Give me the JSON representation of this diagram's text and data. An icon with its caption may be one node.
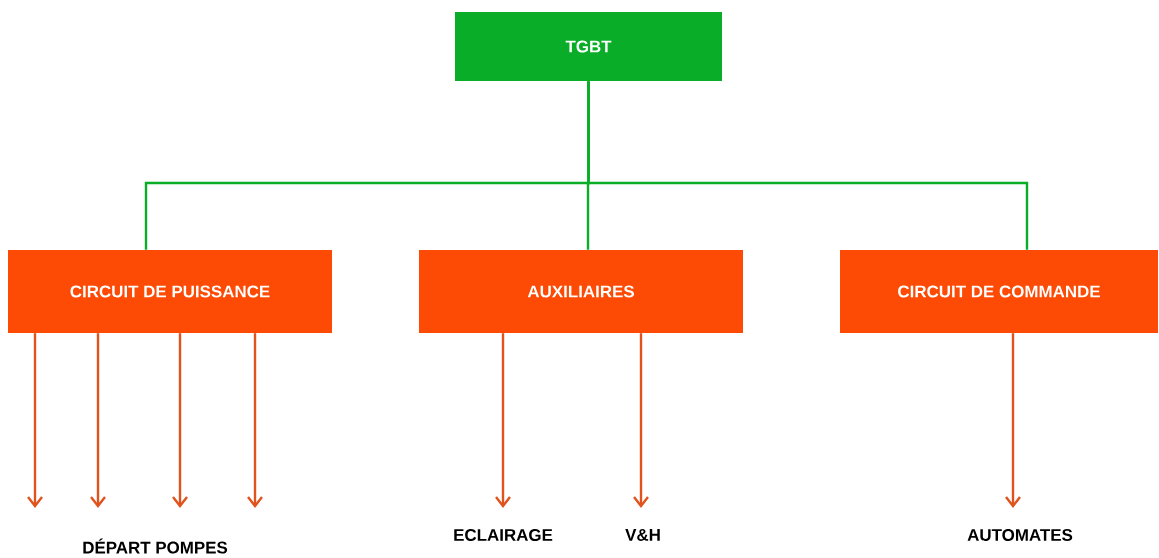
{
  "diagram": {
    "nodes": [
      {
        "text": [
          "TGBT"
        ]
      },
      {
        "text": [
          "CIRCUIT DE PUISSANCE"
        ]
      },
      {
        "text": [
          "AUXILIAIRES"
        ]
      },
      {
        "text": [
          "CIRCUIT DE COMMANDE"
        ]
      },
      {
        "text": [
          "DÉPART POMPES"
        ]
      },
      {
        "text": [
          "ECLAIRAGE"
        ]
      },
      {
        "text": [
          "V&H"
        ]
      },
      {
        "text": [
          "AUTOMATES"
        ]
      }
    ],
    "edges": [
      {
        "from": 0,
        "to": 1,
        "arrow": "none",
        "color": "#0aad28"
      },
      {
        "from": 0,
        "to": 2,
        "arrow": "none",
        "color": "#0aad28"
      },
      {
        "from": 0,
        "to": 3,
        "arrow": "none",
        "color": "#0aad28"
      },
      {
        "from": 1,
        "to": 4,
        "arrow": "to"
      },
      {
        "from": 1,
        "to": 4,
        "arrow": "to"
      },
      {
        "from": 1,
        "to": 4,
        "arrow": "to"
      },
      {
        "from": 1,
        "to": 4,
        "arrow": "to"
      },
      {
        "from": 2,
        "to": 5,
        "arrow": "to"
      },
      {
        "from": 2,
        "to": 6,
        "arrow": "to"
      },
      {
        "from": 3,
        "to": 7,
        "arrow": "to"
      }
    ]
  }
}
